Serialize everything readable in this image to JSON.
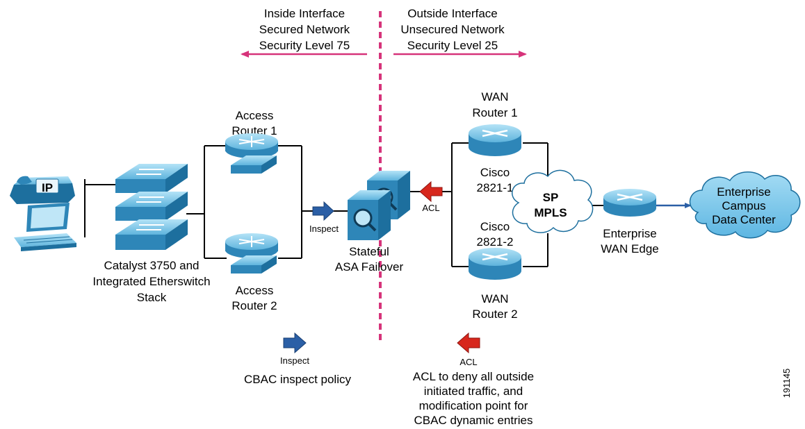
{
  "zones": {
    "inside": [
      "Inside Interface",
      "Secured Network",
      "Security Level 75"
    ],
    "outside": [
      "Outside Interface",
      "Unsecured Network",
      "Security Level 25"
    ]
  },
  "devices": {
    "access_router_1": [
      "Access",
      "Router 1"
    ],
    "access_router_2": [
      "Access",
      "Router 2"
    ],
    "catalyst_stack": [
      "Catalyst 3750 and",
      "Integrated Etherswitch",
      "Stack"
    ],
    "asa": [
      "Stateful",
      "ASA Failover"
    ],
    "wan_router_1": [
      "WAN",
      "Router 1"
    ],
    "wan_router_1_model": [
      "Cisco",
      "2821-1"
    ],
    "wan_router_2": [
      "WAN",
      "Router 2"
    ],
    "wan_router_2_model": [
      "Cisco",
      "2821-2"
    ],
    "sp_cloud": [
      "SP",
      "MPLS"
    ],
    "wan_edge": [
      "Enterprise",
      "WAN Edge"
    ],
    "campus_cloud": [
      "Enterprise",
      "Campus",
      "Data Center"
    ],
    "phone_badge": "IP"
  },
  "markers": {
    "inspect": "Inspect",
    "acl": "ACL"
  },
  "legend": {
    "inspect_label": "Inspect",
    "inspect_desc": "CBAC inspect policy",
    "acl_label": "ACL",
    "acl_desc": [
      "ACL to deny all outside",
      "initiated traffic, and",
      "modification point for",
      "CBAC dynamic entries"
    ]
  },
  "figure_id": "191145",
  "colors": {
    "device_blue": "#2e86b8",
    "device_light": "#8fd0ef",
    "cloud": "#7ac8ec",
    "boundary": "#d6337a",
    "inspect_arrow": "#2b5fa6",
    "acl_arrow": "#d7271d"
  }
}
